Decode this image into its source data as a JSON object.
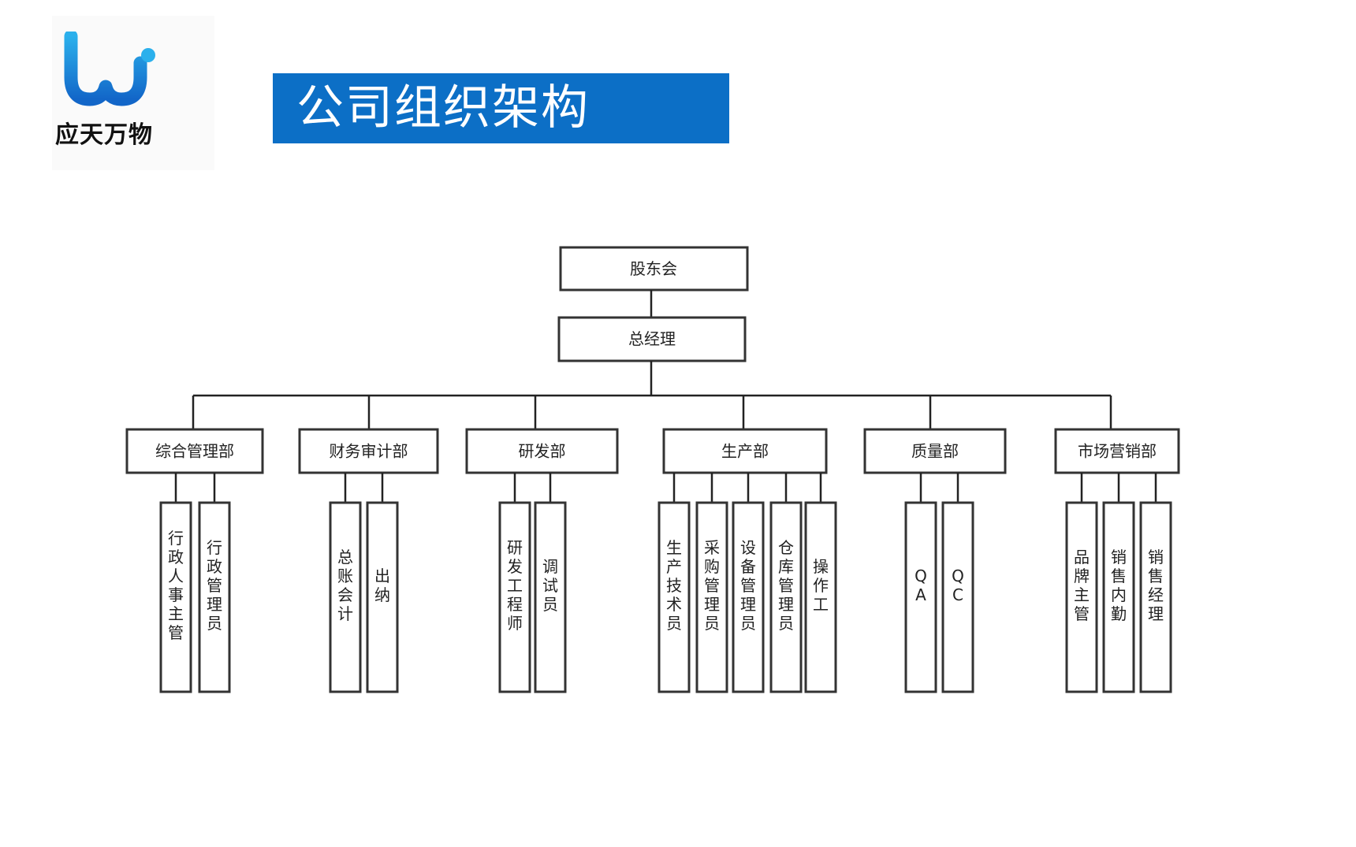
{
  "logo": {
    "text": "应天万物",
    "mark": "wi-logo-icon",
    "colors": [
      "#29a8e8",
      "#1266c8"
    ]
  },
  "title": "公司组织架构",
  "colors": {
    "banner": "#0c6fc6",
    "box_border": "#333333",
    "line": "#222222"
  },
  "org": {
    "root": "股东会",
    "manager": "总经理",
    "departments": [
      {
        "name": "综合管理部",
        "roles": [
          "行政人事主管",
          "行政管理员"
        ]
      },
      {
        "name": "财务审计部",
        "roles": [
          "总账会计",
          "出纳"
        ]
      },
      {
        "name": "研发部",
        "roles": [
          "研发工程师",
          "调试员"
        ]
      },
      {
        "name": "生产部",
        "roles": [
          "生产技术员",
          "采购管理员",
          "设备管理员",
          "仓库管理员",
          "操作工"
        ]
      },
      {
        "name": "质量部",
        "roles": [
          "QA",
          "QC"
        ]
      },
      {
        "name": "市场营销部",
        "roles": [
          "品牌主管",
          "销售内勤",
          "销售经理"
        ]
      }
    ]
  }
}
